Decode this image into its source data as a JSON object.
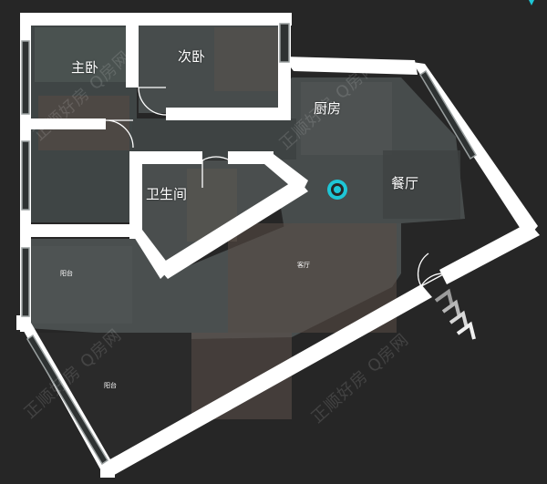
{
  "rooms": {
    "master_bedroom": "主卧",
    "second_bedroom": "次卧",
    "kitchen": "厨房",
    "dining": "餐厅",
    "bathroom": "卫生间",
    "balcony_upper": "阳台",
    "living": "客厅",
    "balcony_lower": "阳台"
  },
  "watermark": {
    "text": "正顺好房  Q房网"
  },
  "colors": {
    "background": "#262626",
    "wall": "#ffffff",
    "floor": "#4a4f4f",
    "marker": "#1ec6d6",
    "entry_arrow": "#d8d8d8"
  },
  "icons": {
    "current_position": "location-dot-icon",
    "entrance": "entrance-chevron-icon",
    "north_marker": "north-marker-icon"
  }
}
